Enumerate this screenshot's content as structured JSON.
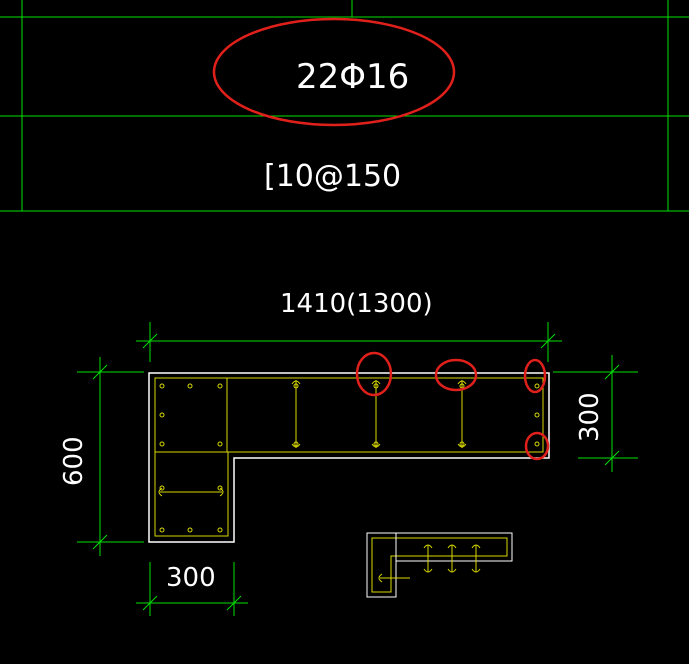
{
  "drawing": {
    "label_main_rebar": "22Φ16",
    "label_stirrup": "[10@150",
    "dim_top": "1410(1300)",
    "dim_left": "600",
    "dim_right": "300",
    "dim_bottom": "300"
  },
  "colors": {
    "background": "#000000",
    "grid": "#00e000",
    "outline": "#ffffff",
    "rebar": "#d8d800",
    "highlight": "#e0201a",
    "text": "#ffffff"
  }
}
